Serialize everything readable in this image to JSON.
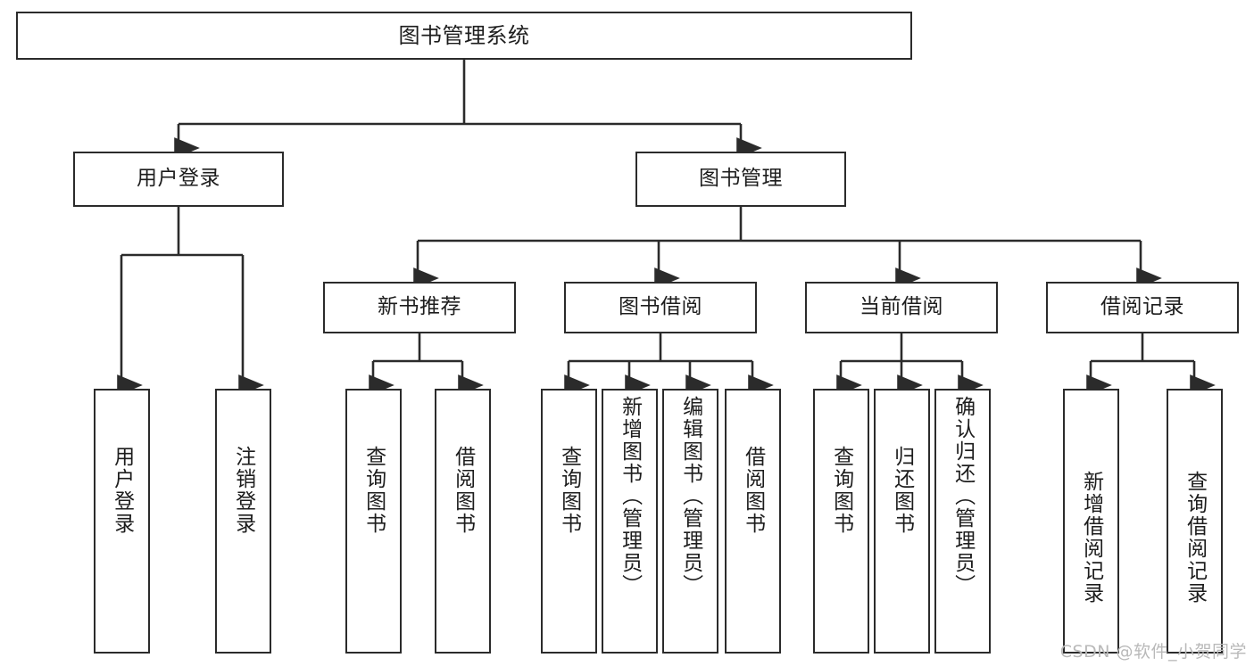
{
  "diagram": {
    "title": "图书管理系统",
    "watermark": "CSDN @软件_小贺同学",
    "levels": {
      "root": {
        "label": "图书管理系统"
      },
      "level2": [
        {
          "label": "用户登录"
        },
        {
          "label": "图书管理"
        }
      ],
      "level3": [
        {
          "label": "新书推荐"
        },
        {
          "label": "图书借阅"
        },
        {
          "label": "当前借阅"
        },
        {
          "label": "借阅记录"
        }
      ],
      "leaves": {
        "user_login": [
          {
            "label": "用户登录"
          },
          {
            "label": "注销登录"
          }
        ],
        "new_book": [
          {
            "label": "查询图书"
          },
          {
            "label": "借阅图书"
          }
        ],
        "book_borrow": [
          {
            "label": "查询图书"
          },
          {
            "label": "新增图书（管理员）"
          },
          {
            "label": "编辑图书（管理员）"
          },
          {
            "label": "借阅图书"
          }
        ],
        "current_borrow": [
          {
            "label": "查询图书"
          },
          {
            "label": "归还图书"
          },
          {
            "label": "确认归还（管理员）"
          }
        ],
        "borrow_record": [
          {
            "label": "新增借阅记录"
          },
          {
            "label": "查询借阅记录"
          }
        ]
      }
    },
    "colors": {
      "stroke": "#2b2b2b",
      "fill": "#ffffff",
      "text": "#1d1d1d",
      "watermark": "#b9b9b9"
    }
  }
}
